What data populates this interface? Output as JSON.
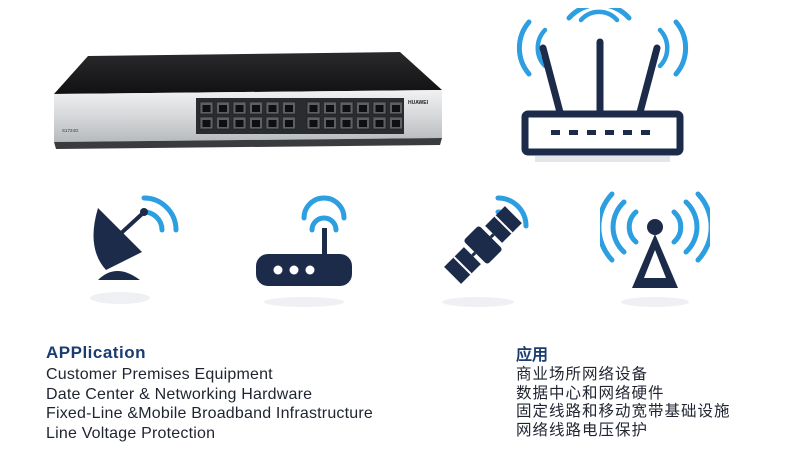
{
  "switch_brand": "HUAWEI",
  "switch_model": "S1724G",
  "colors": {
    "accent_blue": "#2d9ee0",
    "icon_navy": "#1d2b4a",
    "heading_blue": "#1a3c70"
  },
  "icons": [
    "satellite-dish-icon",
    "wifi-modem-icon",
    "satellite-icon",
    "radio-tower-icon"
  ],
  "english": {
    "title": "APPlication",
    "lines": [
      "Customer Premises Equipment",
      "Date Center & Networking Hardware",
      "Fixed-Line &Mobile Broadband Infrastructure",
      "Line Voltage Protection"
    ]
  },
  "chinese": {
    "title": "应用",
    "lines": [
      "商业场所网络设备",
      "数据中心和网络硬件",
      "固定线路和移动宽带基础设施",
      "网络线路电压保护"
    ]
  }
}
